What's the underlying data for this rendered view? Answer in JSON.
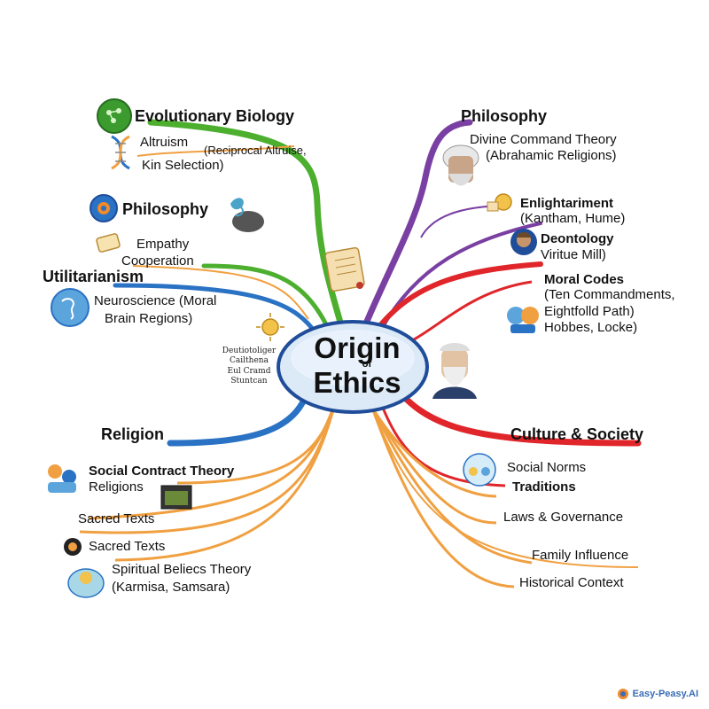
{
  "center": {
    "line1": "Origin",
    "line2": "of",
    "line3": "Ethics"
  },
  "colors": {
    "green": "#4caf2e",
    "blue": "#2a72c4",
    "orange": "#f0a040",
    "purple": "#7a3fa2",
    "red": "#e0262a",
    "center_fill": "#dce9f7",
    "center_border": "#1f4d9a"
  },
  "branches": {
    "evolutionary_biology": {
      "title": "Evolutionary Biology",
      "items": [
        "Altruism",
        "(Reciprocal Altruise,",
        "Kin Selection)"
      ]
    },
    "philosophy_left": {
      "title": "Philosophy",
      "items": [
        "Empathy",
        "Cooperation"
      ]
    },
    "utilitarianism": {
      "title": "Utilitarianism",
      "items": [
        "Neuroscience (Moral",
        "Brain Regions)"
      ]
    },
    "small_text": [
      "Deutiotoliger",
      "Cailthena",
      "Eul Cramd",
      "Stuntcan"
    ],
    "religion": {
      "title": "Religion",
      "items": [
        "Social Contract Theory",
        "Religions",
        "Sacred Texts",
        "Sacred Texts",
        "Spiritual Beliecs Theory",
        "(Karmisa, Samsara)"
      ]
    },
    "philosophy_right": {
      "title": "Philosophy",
      "items": [
        "Divine Command Theory",
        "(Abrahamic Religions)",
        "Enlightariment",
        "(Kantham, Hume)",
        "Deontology",
        "Viritue Mill)"
      ]
    },
    "moral_codes": {
      "title": "Moral Codes",
      "items": [
        "(Ten Commandments,",
        "Eightfolld Path)",
        "Hobbes, Locke)"
      ]
    },
    "culture_society": {
      "title": "Culture & Society",
      "items": [
        "Social Norms",
        "Traditions",
        "Laws & Governance",
        "Family Influence",
        "Historical Context"
      ]
    }
  },
  "icons": [
    "dna-icon",
    "molecule-icon",
    "scroll-icon",
    "gear-icon",
    "brain-icon",
    "sun-badge-icon",
    "book-icon",
    "philosopher-icon",
    "lamp-icon",
    "person-icon",
    "people-icon",
    "globe-icon",
    "bulb-icon"
  ],
  "watermark": "Easy-Peasy.AI"
}
